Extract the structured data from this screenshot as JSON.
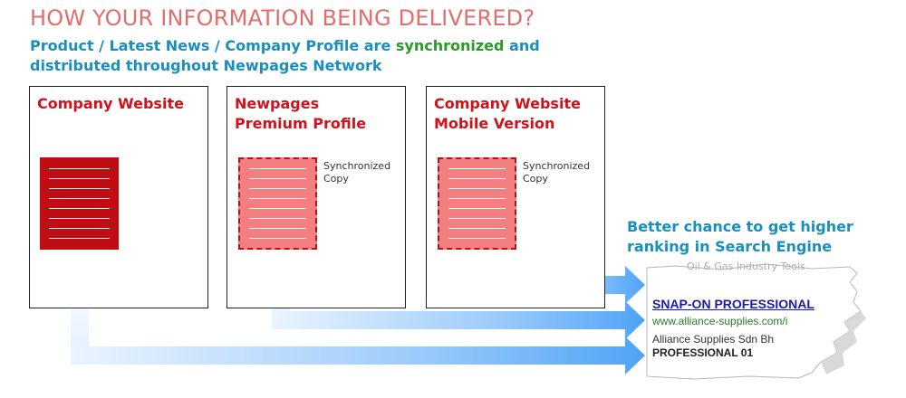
{
  "title": "HOW YOUR INFORMATION BEING DELIVERED?",
  "subtitle": {
    "before": "Product / Latest News / Company Profile are ",
    "highlight": "synchronized",
    "after": " and distributed throughout Newpages Network"
  },
  "boxes": [
    {
      "label": "Company Website",
      "doc_style": "original"
    },
    {
      "label": "Newpages Premium Profile",
      "doc_style": "copy",
      "note": "Synchronized Copy"
    },
    {
      "label": "Company Website Mobile Version",
      "doc_style": "copy",
      "note": "Synchronized Copy"
    }
  ],
  "search_note": "Better chance to get higher ranking in Search Engine",
  "search_result": {
    "faint_line": "Oil & Gas Industry Tools",
    "title": "SNAP-ON PROFESSIONAL",
    "url": "www.alliance-supplies.com/i",
    "snippet": "Alliance Supplies Sdn Bh",
    "snippet2": "PROFESSIONAL 01"
  },
  "colors": {
    "title": "#df6f6f",
    "subtitle": "#1a8fbd",
    "highlight": "#2a9a2a",
    "box_label": "#d0121b",
    "doc_original": "#c00d13",
    "doc_copy": "#f47f80",
    "arrow": "#4fa3f7"
  }
}
